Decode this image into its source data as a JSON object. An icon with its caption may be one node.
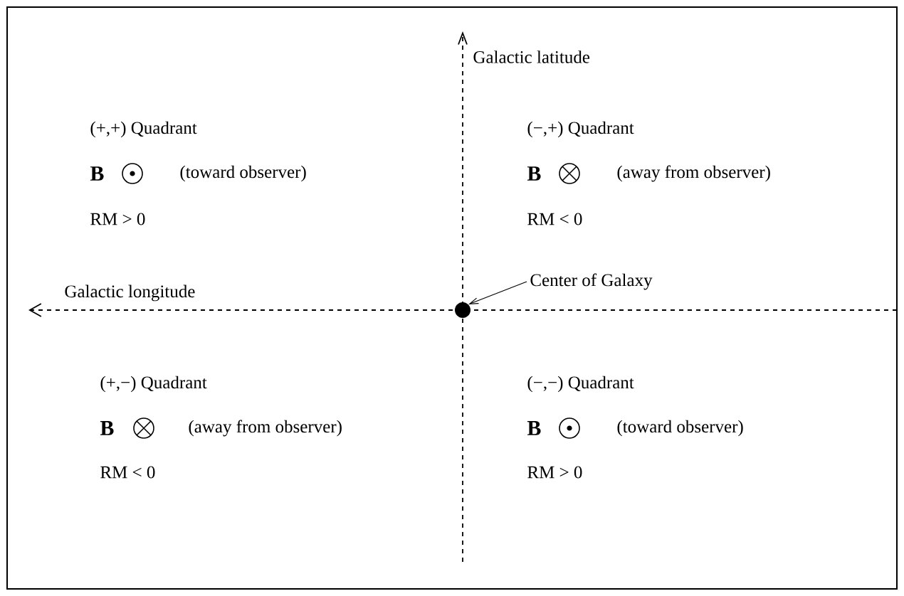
{
  "diagram": {
    "nodes": [
      {
        "text": [],
        "shape": "circle"
      },
      {
        "text": [
          "Center of Galaxy"
        ]
      }
    ],
    "edges": [
      {
        "from": 1,
        "to": 0,
        "arrow": "to"
      }
    ],
    "labels": [
      "Galactic latitude",
      "(+,+) Quadrant",
      "B",
      "(toward observer)",
      "RM > 0",
      "(−,+) Quadrant",
      "B",
      "(away from observer)",
      "RM < 0",
      "Galactic longitude",
      "(+,−) Quadrant",
      "B",
      "(away from observer)",
      "RM < 0",
      "(−,−) Quadrant",
      "B",
      "(toward observer)",
      "RM > 0"
    ]
  }
}
